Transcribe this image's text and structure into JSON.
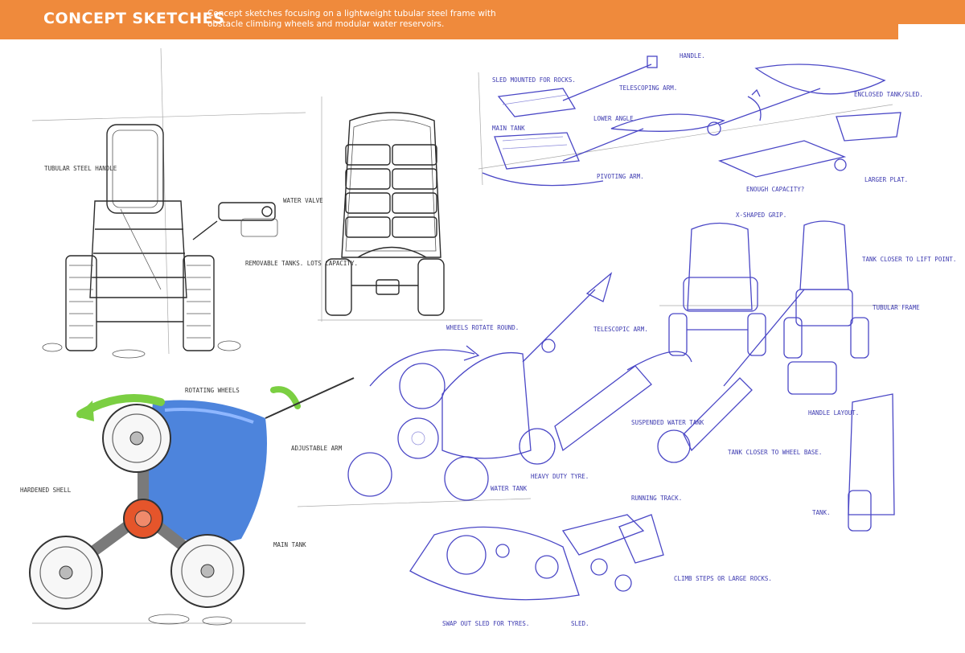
{
  "header": {
    "title": "CONCEPT SKETCHES",
    "description": "Concept sketches focusing on a lightweight tubular steel frame with obstacle climbing wheels and modular water reservoirs.",
    "accent_color": "#ef8a3c"
  },
  "annotations": {
    "tubular_handle": "TUBULAR STEEL HANDLE",
    "water_valve": "WATER VALVE",
    "removable_tanks": "REMOVABLE TANKS. LOTS CAPACITY.",
    "handle": "HANDLE.",
    "sled_tanks": "SLED MOUNTED FOR ROCKS.",
    "telescoping_arm": "TELESCOPING ARM.",
    "enclosed_tank_sled": "ENCLOSED TANK/SLED.",
    "main_tank": "MAIN TANK",
    "lower_angle": "LOWER ANGLE.",
    "pivoting_arm": "PIVOTING ARM.",
    "enough_capacity": "ENOUGH CAPACITY?",
    "larger_plat": "LARGER PLAT.",
    "x_shaped_grip": "X-SHAPED GRIP.",
    "tank_closer": "TANK CLOSER TO LIFT POINT.",
    "tubular_frame": "TUBULAR FRAME",
    "wheels_rotate": "WHEELS ROTATE ROUND.",
    "telescopic_arm": "TELESCOPIC ARM.",
    "suspended_water_tank": "SUSPENDED WATER TANK",
    "tank_closer_wheel": "TANK CLOSER TO WHEEL BASE.",
    "handle_layout": "HANDLE LAYOUT.",
    "heavy_duty_tyre": "HEAVY DUTY TYRE.",
    "water_tank": "WATER TANK",
    "running_track": "RUNNING TRACK.",
    "rotating_wheels": "ROTATING WHEELS",
    "adjustable_arm": "ADJUSTABLE ARM",
    "hardened_shell": "HARDENED SHELL",
    "main_tank_2": "MAIN TANK",
    "tank": "TANK.",
    "climb_steps": "CLIMB STEPS OR LARGE ROCKS.",
    "swap_out_sled": "SWAP OUT SLED FOR TYRES.",
    "sled": "SLED."
  }
}
